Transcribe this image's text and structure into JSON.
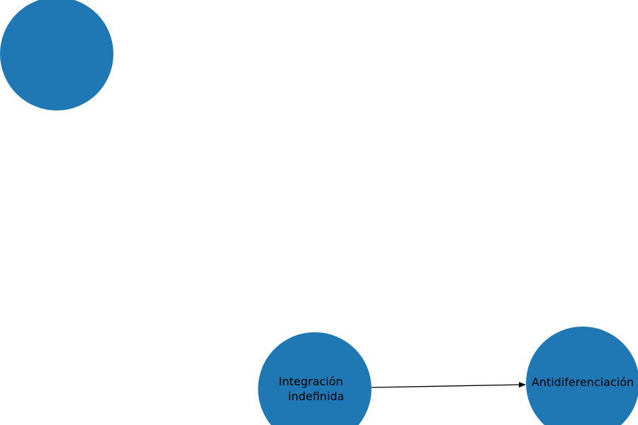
{
  "diagram": {
    "node_color": "#1f77b4",
    "edge_color": "#000000",
    "background": "#ffffff",
    "nodes": [
      {
        "id": "n1",
        "label_lines": []
      },
      {
        "id": "n2",
        "label_lines": [
          "Integración",
          "indefinida"
        ]
      },
      {
        "id": "n3",
        "label_lines": [
          "Antidiferenciación"
        ]
      }
    ],
    "edges": [
      {
        "from": "n2",
        "to": "n3",
        "directed": true
      }
    ]
  }
}
